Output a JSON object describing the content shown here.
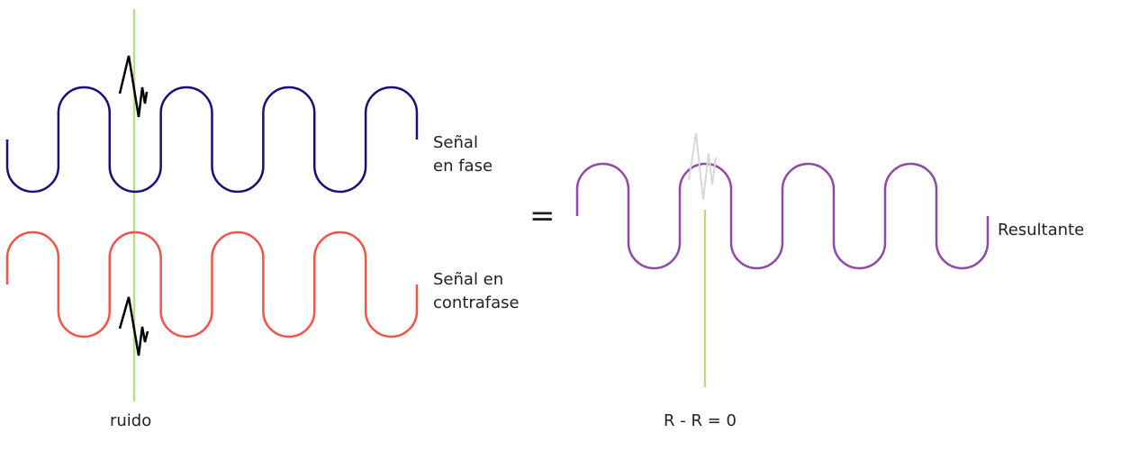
{
  "labels": {
    "in_phase": [
      "Señal",
      "en fase"
    ],
    "anti_phase": [
      "Señal en",
      "contrafase"
    ],
    "equals": "=",
    "result": "Resultante",
    "noise": "ruido",
    "formula": "R - R = 0"
  },
  "colors": {
    "in_phase": "#1a0f78",
    "anti_phase": "#ef5548",
    "result": "#8e4aa6",
    "marker": "#b9dc8c",
    "noise": "#000000",
    "noise_faded": "#d8d8d8"
  },
  "waves": {
    "cycles": 4,
    "in_phase_start": "down",
    "anti_phase_start": "up",
    "result_start": "up"
  }
}
